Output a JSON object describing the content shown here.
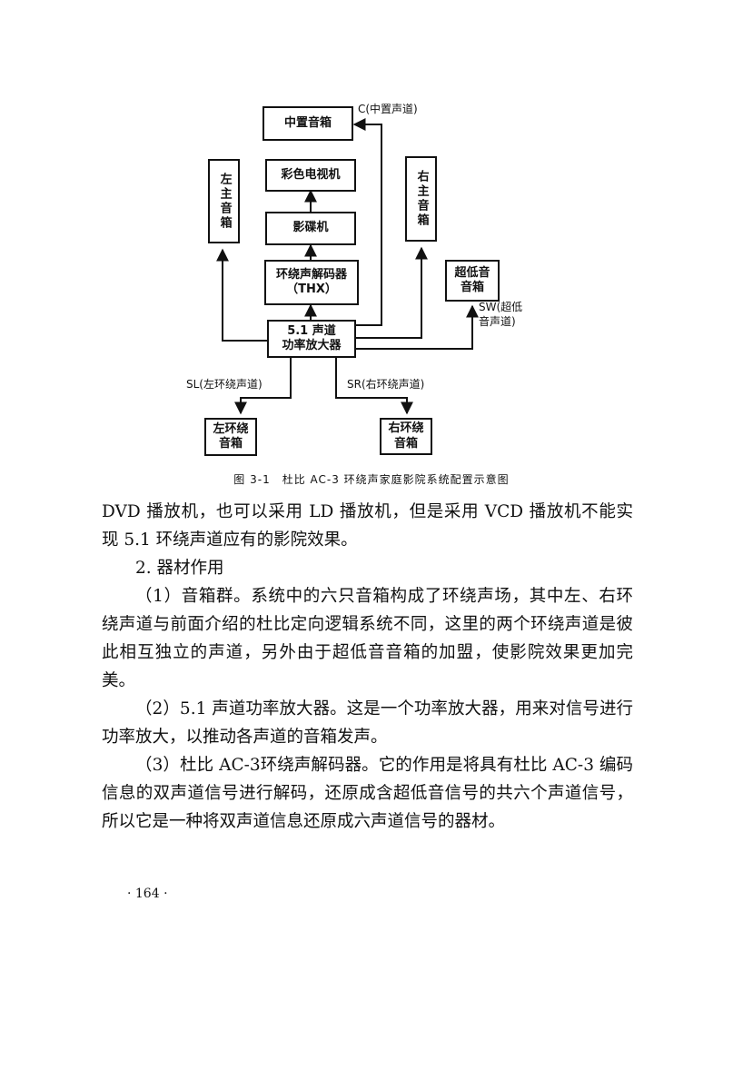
{
  "diagram": {
    "boxes": {
      "center_speaker": "中置音箱",
      "color_tv": "彩色电视机",
      "disc_player": "影碟机",
      "decoder": "环绕声解码器\n（THX）",
      "amplifier": "5.1 声道\n功率放大器",
      "left_main": "左主音箱",
      "right_main": "右主音箱",
      "subwoofer": "超低音\n音箱",
      "left_surround": "左环绕\n音箱",
      "right_surround": "右环绕\n音箱"
    },
    "labels": {
      "center_channel": "C(中置声道)",
      "sw_channel": "SW(超低\n音声道)",
      "sl_channel": "SL(左环绕声道)",
      "sr_channel": "SR(右环绕声道)"
    },
    "caption": "图 3-1　杜比 AC-3 环绕声家庭影院系统配置示意图"
  },
  "body": {
    "p1": "DVD 播放机，也可以采用 LD 播放机，但是采用 VCD 播放机不能实现 5.1 环绕声道应有的影院效果。",
    "p2": "2. 器材作用",
    "p3": "（1）音箱群。系统中的六只音箱构成了环绕声场，其中左、右环绕声道与前面介绍的杜比定向逻辑系统不同，这里的两个环绕声道是彼此相互独立的声道，另外由于超低音音箱的加盟，使影院效果更加完美。",
    "p4": "（2）5.1 声道功率放大器。这是一个功率放大器，用来对信号进行功率放大，以推动各声道的音箱发声。",
    "p5": "（3）杜比 AC-3环绕声解码器。它的作用是将具有杜比 AC-3 编码信息的双声道信号进行解码，还原成含超低音信号的共六个声道信号，所以它是一种将双声道信息还原成六声道信号的器材。"
  },
  "page_number": "· 164 ·"
}
